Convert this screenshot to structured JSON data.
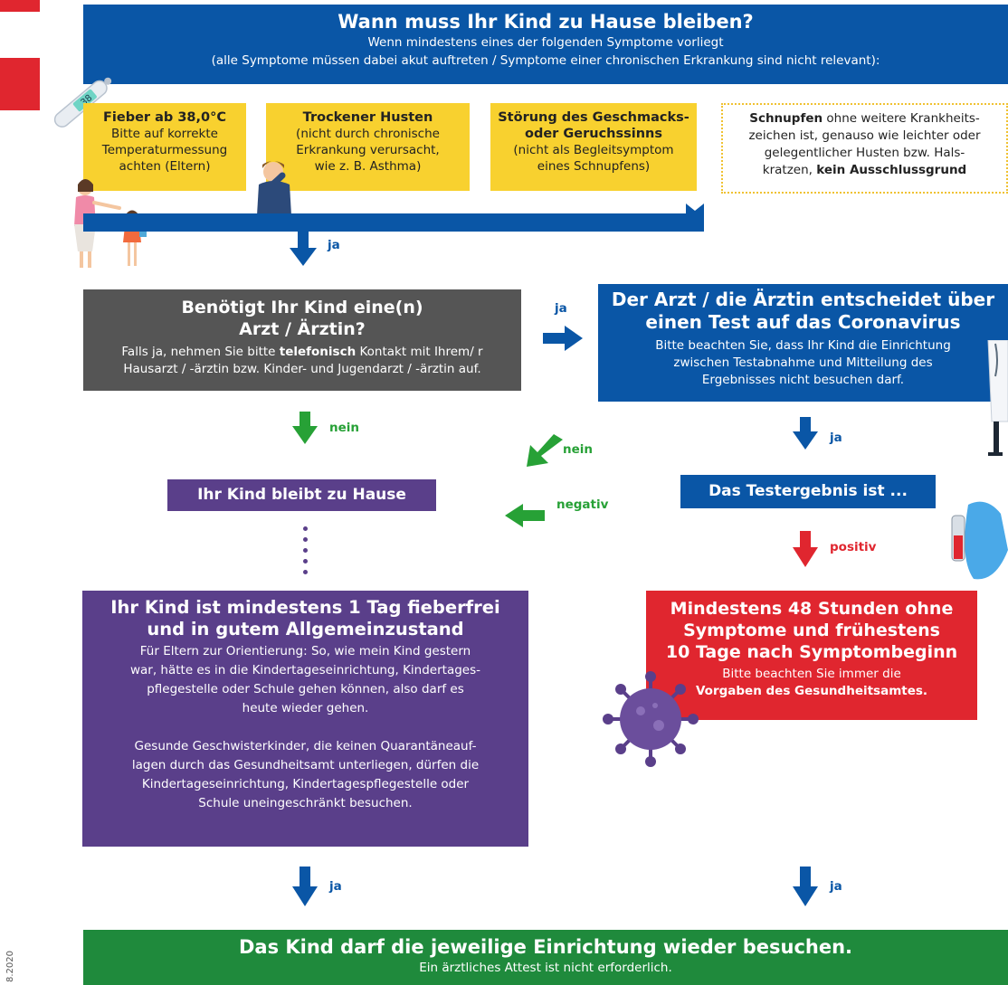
{
  "header": {
    "title": "Wann muss Ihr Kind zu Hause bleiben?",
    "subtitle_1": "Wenn mindestens eines der folgenden Symptome vorliegt",
    "subtitle_2": "(alle Symptome müssen dabei akut auftreten / Symptome einer chronischen Erkrankung sind nicht relevant):"
  },
  "thermometer_value": "38",
  "symptoms": [
    {
      "title": "Fieber ab 38,0°C",
      "lines": [
        "Bitte auf korrekte",
        "Temperaturmessung",
        "achten (Eltern)"
      ]
    },
    {
      "title": "Trockener Husten",
      "lines": [
        "(nicht durch chronische",
        "Erkrankung verursacht,",
        "wie z. B. Asthma)"
      ]
    },
    {
      "title_1": "Störung des Geschmacks-",
      "title_2": "oder Geruchssinns",
      "lines": [
        "(nicht als Begleitsymptom",
        "eines Schnupfens)"
      ]
    }
  ],
  "note": {
    "bold_1": "Schnupfen",
    "text_1": " ohne weitere Krankheits-",
    "line_2": "zeichen ist, genauso wie leichter oder",
    "line_3": "gelegentlicher Husten bzw. Hals-",
    "text_4": "kratzen, ",
    "bold_4": "kein Ausschlussgrund"
  },
  "arrows": {
    "ja_1": "ja",
    "ja_right": "ja",
    "nein_down": "nein",
    "nein_diag": "nein",
    "ja_doc": "ja",
    "negativ": "negativ",
    "positiv": "positiv",
    "ja_left_bottom": "ja",
    "ja_right_bottom": "ja"
  },
  "gray_box": {
    "title_1": "Benötigt Ihr Kind eine(n)",
    "title_2": "Arzt / Ärztin?",
    "line_1a": "Falls ja, nehmen Sie bitte ",
    "line_1b": "telefonisch",
    "line_1c": " Kontakt mit Ihrem/ r",
    "line_2": "Hausarzt / -ärztin bzw. Kinder- und Jugendarzt / -ärztin auf."
  },
  "doc_box": {
    "title_1": "Der Arzt / die Ärztin entscheidet über",
    "title_2": "einen Test auf das Coronavirus",
    "line_1": "Bitte beachten Sie, dass Ihr Kind die Einrichtung",
    "line_2": "zwischen Testabnahme und Mitteilung des",
    "line_3": "Ergebnisses nicht besuchen darf."
  },
  "home_box": "Ihr Kind bleibt zu Hause",
  "test_box": "Das Testergebnis ist ...",
  "purple_box": {
    "title_1": "Ihr Kind ist mindestens 1 Tag fieberfrei",
    "title_2": "und in gutem Allgemeinzustand",
    "para_1": [
      "Für Eltern zur Orientierung: So, wie mein Kind gestern",
      "war, hätte es in die Kindertageseinrichtung, Kindertages-",
      "pflegestelle oder Schule gehen können, also darf es",
      "heute wieder gehen."
    ],
    "para_2": [
      "Gesunde Geschwisterkinder, die keinen Quarantäneauf-",
      "lagen durch das Gesundheitsamt unterliegen, dürfen die",
      "Kindertageseinrichtung, Kindertagespflegestelle oder",
      "Schule uneingeschränkt besuchen."
    ]
  },
  "red_box": {
    "title_1": "Mindestens 48 Stunden ohne",
    "title_2": "Symptome und frühestens",
    "title_3": "10 Tage nach Symptombeginn",
    "line_1": "Bitte beachten Sie immer die",
    "line_2": "Vorgaben des Gesundheitsamtes."
  },
  "green_box": {
    "title": "Das Kind darf die jeweilige Einrichtung wieder besuchen.",
    "sub": "Ein ärztliches Attest ist nicht erforderlich."
  },
  "date_fragment": "8.2020",
  "colors": {
    "blue": "#0a56a6",
    "yellow": "#f8d12f",
    "gray": "#555555",
    "purple": "#5a3f8a",
    "red": "#e0262f",
    "green": "#1f8a3c",
    "arrow_green": "#27a136"
  }
}
